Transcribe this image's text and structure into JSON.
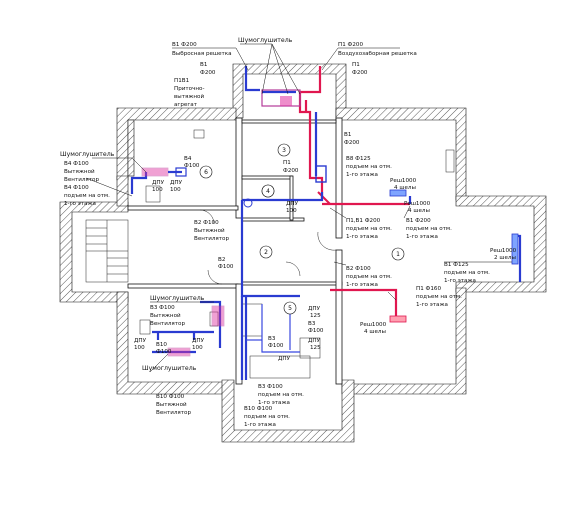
{
  "diagram": {
    "labels": {
      "silencer_top": "Шумоглушитель",
      "b1_top": "В1 Ф200",
      "b1_top_sub": "Выбросная решетка",
      "p1_top": "П1 Ф200",
      "p1_top_sub": "Воздухозаборная решетка",
      "b1_left": "В1",
      "b1_left_d": "Ф200",
      "p1_right": "П1",
      "p1_right_d": "Ф200",
      "unit_p1b1": "П1В1",
      "unit_p1b1_a": "Приточно-",
      "unit_p1b1_b": "вытяжной",
      "unit_p1b1_c": "агрегат",
      "b1_mid": "В1",
      "b1_mid_d": "Ф200",
      "p1_mid": "П1",
      "p1_mid_d": "Ф200",
      "b8_mid": "В8 Ф125",
      "b8_mid_a": "подъем на отм.",
      "b8_mid_b": "1-го этажа",
      "grille_r1": "Реш1000",
      "grille_r1_sub": "4 шелы",
      "silencer_left": "Шумоглушитель",
      "b4_left": "В4 Ф100",
      "b4_left_a": "Вытяжной",
      "b4_left_b": "Вентилятор",
      "b4_left_c": "В4 Ф100",
      "b4_left_d": "подъем на отм.",
      "b4_left_e": "1-го этажа",
      "b4_room": "В4",
      "b4_room_d": "Ф100",
      "dpu_b4_a": "ДПУ",
      "dpu_b4_b": "100",
      "dpu_b4_c": "ДПУ",
      "dpu_b4_d": "100",
      "b2_center": "В2 Ф100",
      "b2_center_a": "Вытяжной",
      "b2_center_b": "Вентилятор",
      "b2_hall": "В2",
      "b2_hall_d": "Ф100",
      "dpu_small": "ДПУ",
      "dpu_small_d": "100",
      "p1b1_rise": "П1,В1 Ф200",
      "p1b1_rise_a": "подъем на отм.",
      "p1b1_rise_b": "1-го этажа",
      "b1_right": "В1 Ф200",
      "grille_r2": "Реш1000",
      "grille_r2_sub": "4 шелы",
      "b2_rise": "В2 Ф100",
      "b2_rise_a": "подъем на отм.",
      "b2_rise_b": "1-го этажа",
      "grille_r3": "Реш1000",
      "grille_r3_sub": "2 шелы",
      "b1_far": "В1 Ф125",
      "b1_far_a": "подъем на отм.",
      "b1_far_b": "1-го этажа",
      "p1_lower": "П1 Ф160",
      "p1_lower_a": "подъем на отм.",
      "p1_lower_b": "1-го этажа",
      "grille_r4": "Реш1000",
      "grille_r4_sub": "4 шелы",
      "silencer_bl": "Шумоглушитель",
      "b3_bl": "В3 Ф100",
      "b3_bl_a": "Вытяжной",
      "b3_bl_b": "Вентилятор",
      "dpu_bl_a": "ДПУ",
      "dpu_bl_b": "100",
      "b10_bl": "В10",
      "b10_bl_d": "Ф100",
      "dpu_bl_c": "ДПУ",
      "dpu_bl_d": "100",
      "silencer_bl2": "Шумоглушитель",
      "b10_bottom": "В10 Ф100",
      "b10_bottom_a": "Вытяжной",
      "b10_bottom_b": "Вентилятор",
      "dpu_5a": "ДПУ",
      "dpu_5a_d": "125",
      "b3_5": "В3",
      "b3_5_d": "Ф100",
      "dpu_5b": "ДПУ",
      "dpu_5b_d": "125",
      "dpu_5c": "ДПУ",
      "b3_bottom": "В3 Ф100",
      "b3_bottom_a": "подъем на отм.",
      "b3_bottom_b": "1-го этажа",
      "b10_bottom2": "В10 Ф100",
      "b10_bottom2_a": "подъем на отм.",
      "b10_bottom2_b": "1-го этажа"
    },
    "rooms": [
      "1",
      "2",
      "3",
      "4",
      "5",
      "6"
    ],
    "colors": {
      "supply": "#e0174f",
      "exhaust": "#2a3bd1",
      "wall": "#111111"
    }
  }
}
